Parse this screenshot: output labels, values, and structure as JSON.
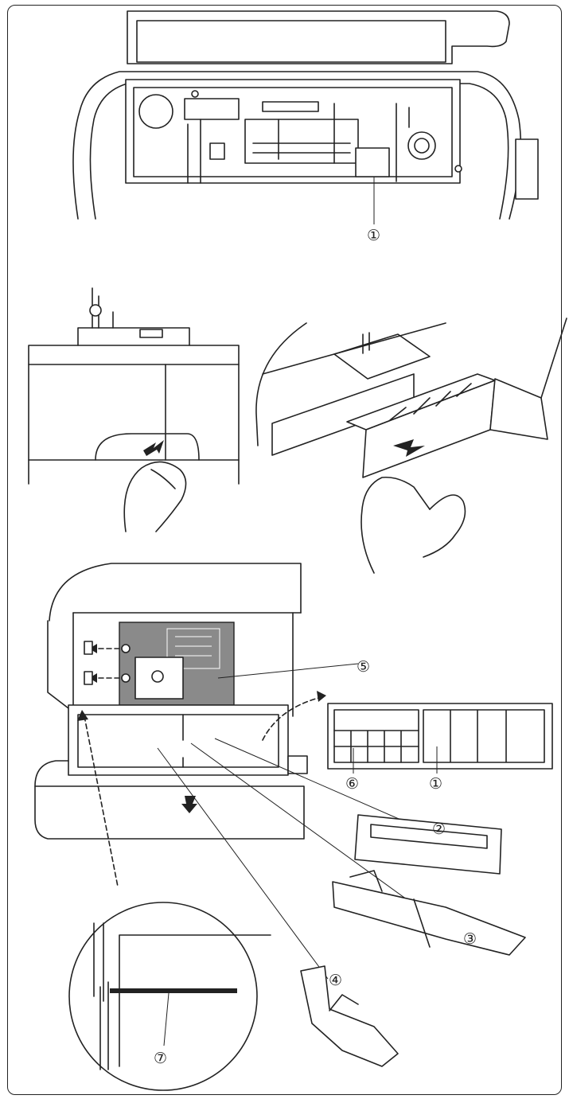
{
  "labels": {
    "l1_top": "①",
    "l5": "⑤",
    "l6": "⑥",
    "l1_box": "①",
    "l2": "②",
    "l3": "③",
    "l4": "④",
    "l7": "⑦"
  },
  "icons": {
    "arrow": "push-arrow-icon",
    "hand": "hand-icon"
  }
}
